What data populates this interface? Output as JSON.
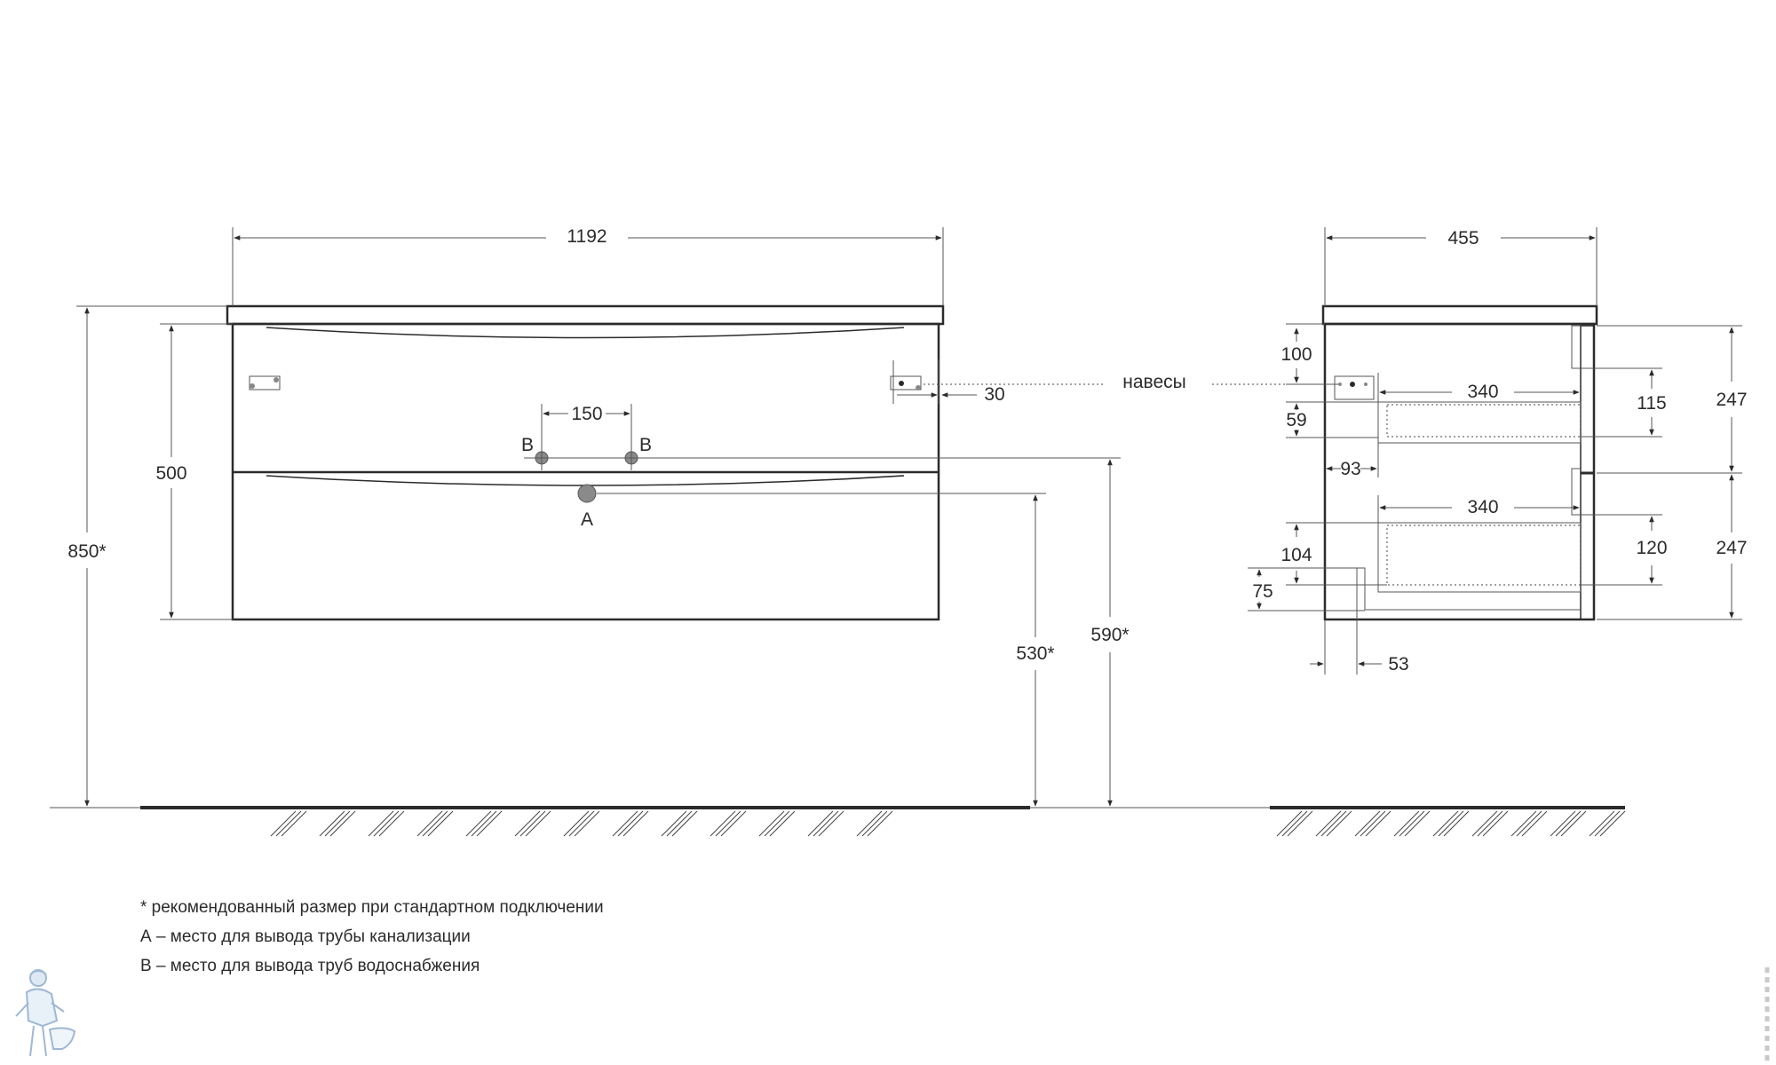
{
  "dimensions": {
    "front": {
      "width": "1192",
      "height_total": "850*",
      "body_height": "500",
      "pipe_spacing": "150",
      "hinge_offset": "30",
      "drain_height": "530*",
      "supply_height": "590*"
    },
    "side": {
      "depth": "455",
      "hinge_from_top": "100",
      "drawer_depth_top": "340",
      "drawer_depth_bottom": "340",
      "drawer_top_inner": "115",
      "drawer_bottom_inner": "120",
      "facade_top": "247",
      "facade_bottom": "247",
      "d59": "59",
      "d93": "93",
      "d104": "104",
      "d75": "75",
      "d53": "53"
    }
  },
  "labels": {
    "supply_left": "B",
    "supply_right": "B",
    "drain": "A",
    "hinges": "навесы"
  },
  "notes": [
    "* рекомендованный размер при стандартном подключении",
    "А – место для вывода трубы канализации",
    "В – место для вывода труб водоснабжения"
  ],
  "icons": {
    "plumber_logo": "plumber-logo-icon",
    "watermark": "vertical-watermark"
  },
  "colors": {
    "line": "#2b2b2b",
    "pipe_fill": "#8a8a8a",
    "logo": "#9fb8d4"
  }
}
